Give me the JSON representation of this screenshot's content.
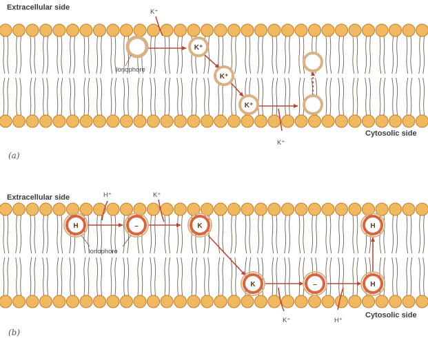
{
  "panels": [
    {
      "id": "a",
      "panel_label": "(a)",
      "top_label": "Extracellular side",
      "bottom_label": "Cytosolic side",
      "ionophore_label": "Ionophore",
      "ions_in": "K⁺",
      "ions_out": "K⁺",
      "carrier_glyphs": [
        "",
        "K⁺",
        "K⁺",
        "K⁺",
        "",
        ""
      ]
    },
    {
      "id": "b",
      "panel_label": "(b)",
      "top_label": "Extracellular side",
      "bottom_label": "Cytosolic side",
      "ionophore_label": "Ionophore",
      "ions_top": [
        "H⁺",
        "K⁺"
      ],
      "ions_bottom": [
        "K⁺",
        "H⁺"
      ],
      "carrier_glyphs": [
        "H",
        "–",
        "K",
        "K",
        "–",
        "H",
        "H"
      ]
    }
  ],
  "colors": {
    "head_fill": "#f0b860",
    "head_stroke": "#c07a2a",
    "tail": "#6f5f4f",
    "arrow": "#b5483b",
    "ring": "#d7653f",
    "ring_light": "#d9b187"
  }
}
